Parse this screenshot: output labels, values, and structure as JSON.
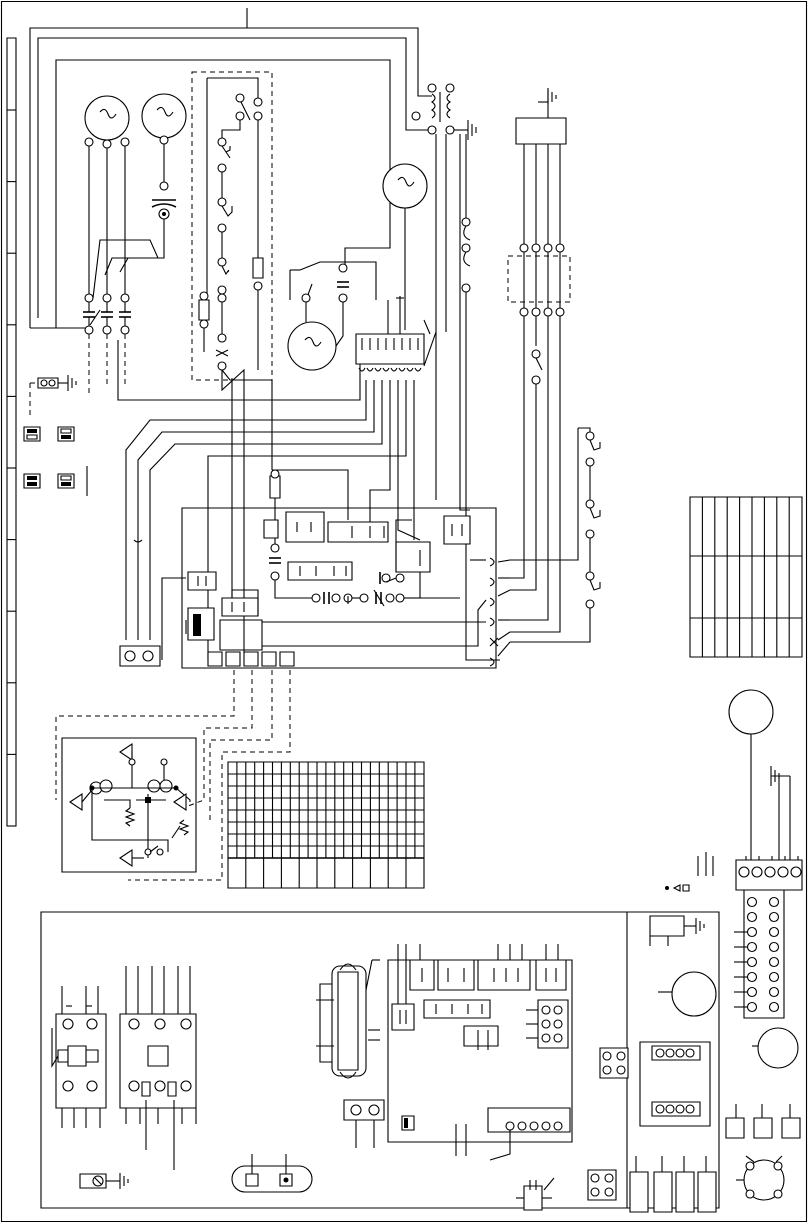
{
  "diagram": {
    "type": "hvac-wiring-schematic",
    "has_text_labels": false
  },
  "colors": {
    "line": "#000000",
    "background": "#ffffff"
  },
  "components": {
    "motors": [
      "motor-top-left-1",
      "motor-top-left-2",
      "motor-top-center",
      "motor-center",
      "motor-right",
      "motor-lower-right",
      "motor-bottom-right",
      "motor-bottom-panel"
    ],
    "contactor_count": 2,
    "transformer_count": 2,
    "control_board_count": 2
  },
  "icons": [
    "ground-icon",
    "capacitor-icon",
    "switch-icon",
    "resistor-icon",
    "coil-icon"
  ]
}
